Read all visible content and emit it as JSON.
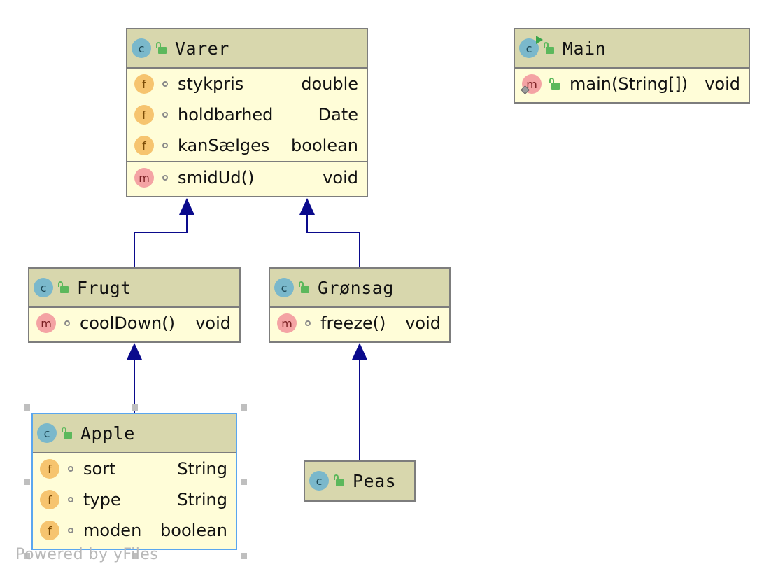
{
  "diagram": {
    "classes": {
      "varer": {
        "name": "Varer",
        "fields": [
          {
            "name": "stykpris",
            "type": "double"
          },
          {
            "name": "holdbarhed",
            "type": "Date"
          },
          {
            "name": "kanSælges",
            "type": "boolean"
          }
        ],
        "methods": [
          {
            "name": "smidUd()",
            "type": "void"
          }
        ]
      },
      "main": {
        "name": "Main",
        "methods": [
          {
            "name": "main(String[])",
            "type": "void"
          }
        ]
      },
      "frugt": {
        "name": "Frugt",
        "methods": [
          {
            "name": "coolDown()",
            "type": "void"
          }
        ]
      },
      "gronsag": {
        "name": "Grønsag",
        "methods": [
          {
            "name": "freeze()",
            "type": "void"
          }
        ]
      },
      "apple": {
        "name": "Apple",
        "fields": [
          {
            "name": "sort",
            "type": "String"
          },
          {
            "name": "type",
            "type": "String"
          },
          {
            "name": "moden",
            "type": "boolean"
          }
        ]
      },
      "peas": {
        "name": "Peas"
      }
    },
    "inheritance": [
      {
        "child": "Frugt",
        "parent": "Varer"
      },
      {
        "child": "Grønsag",
        "parent": "Varer"
      },
      {
        "child": "Apple",
        "parent": "Frugt"
      },
      {
        "child": "Peas",
        "parent": "Grønsag"
      }
    ],
    "selected_class": "Apple",
    "icons": {
      "class": "c",
      "field": "f",
      "method": "m"
    },
    "colors": {
      "header": "#d8d7ad",
      "body": "#fffdd8",
      "edge": "#0a0a8c",
      "selection": "#5aa6ef"
    }
  },
  "watermark": "Powered by yFiles"
}
